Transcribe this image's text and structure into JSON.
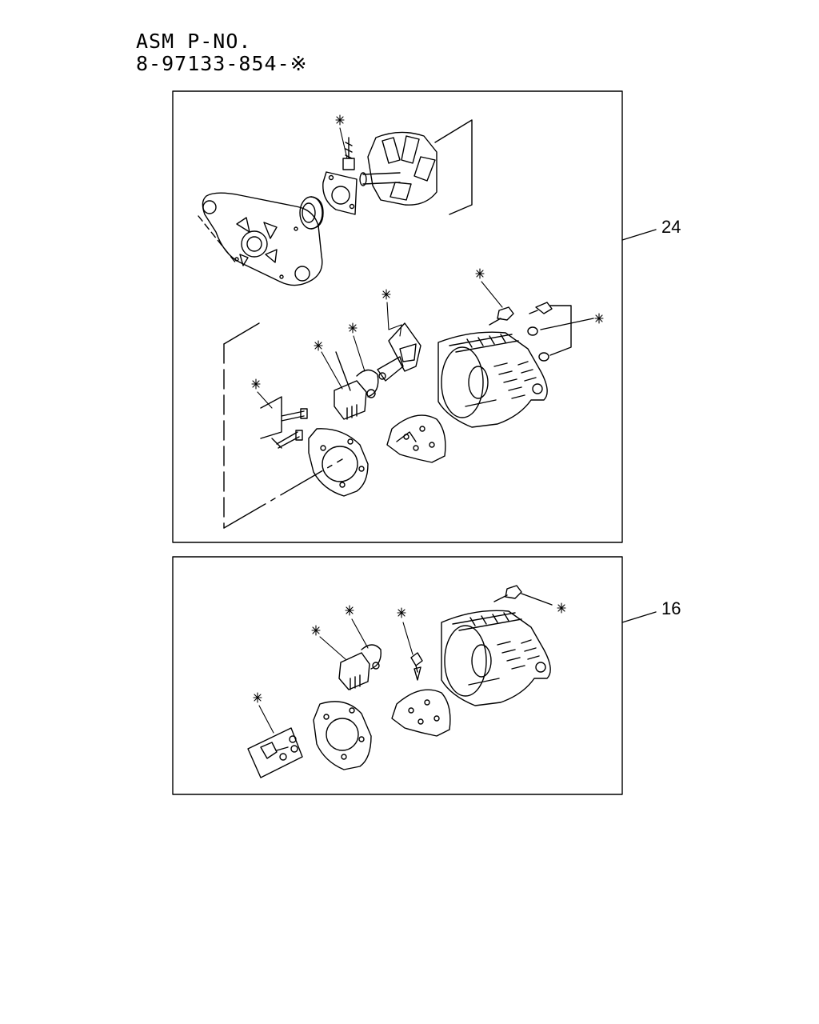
{
  "header": {
    "line1": "ASM P-NO.",
    "line2": "8-97133-854-※"
  },
  "callouts": {
    "upper_kit": "24",
    "lower_kit": "16"
  },
  "marker_symbol": "※"
}
